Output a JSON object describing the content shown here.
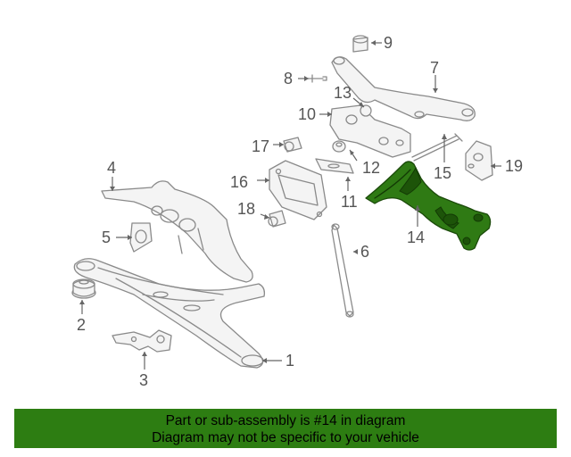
{
  "callouts": {
    "c1": "1",
    "c2": "2",
    "c3": "3",
    "c4": "4",
    "c5": "5",
    "c6": "6",
    "c7": "7",
    "c8": "8",
    "c9": "9",
    "c10": "10",
    "c11": "11",
    "c12": "12",
    "c13": "13",
    "c14": "14",
    "c15": "15",
    "c16": "16",
    "c17": "17",
    "c18": "18",
    "c19": "19"
  },
  "highlight": {
    "part": "14",
    "color": "#2d7d12"
  },
  "banner": {
    "line1": "Part or sub-assembly is #14 in diagram",
    "line2": "Diagram may not be specific to your vehicle"
  }
}
